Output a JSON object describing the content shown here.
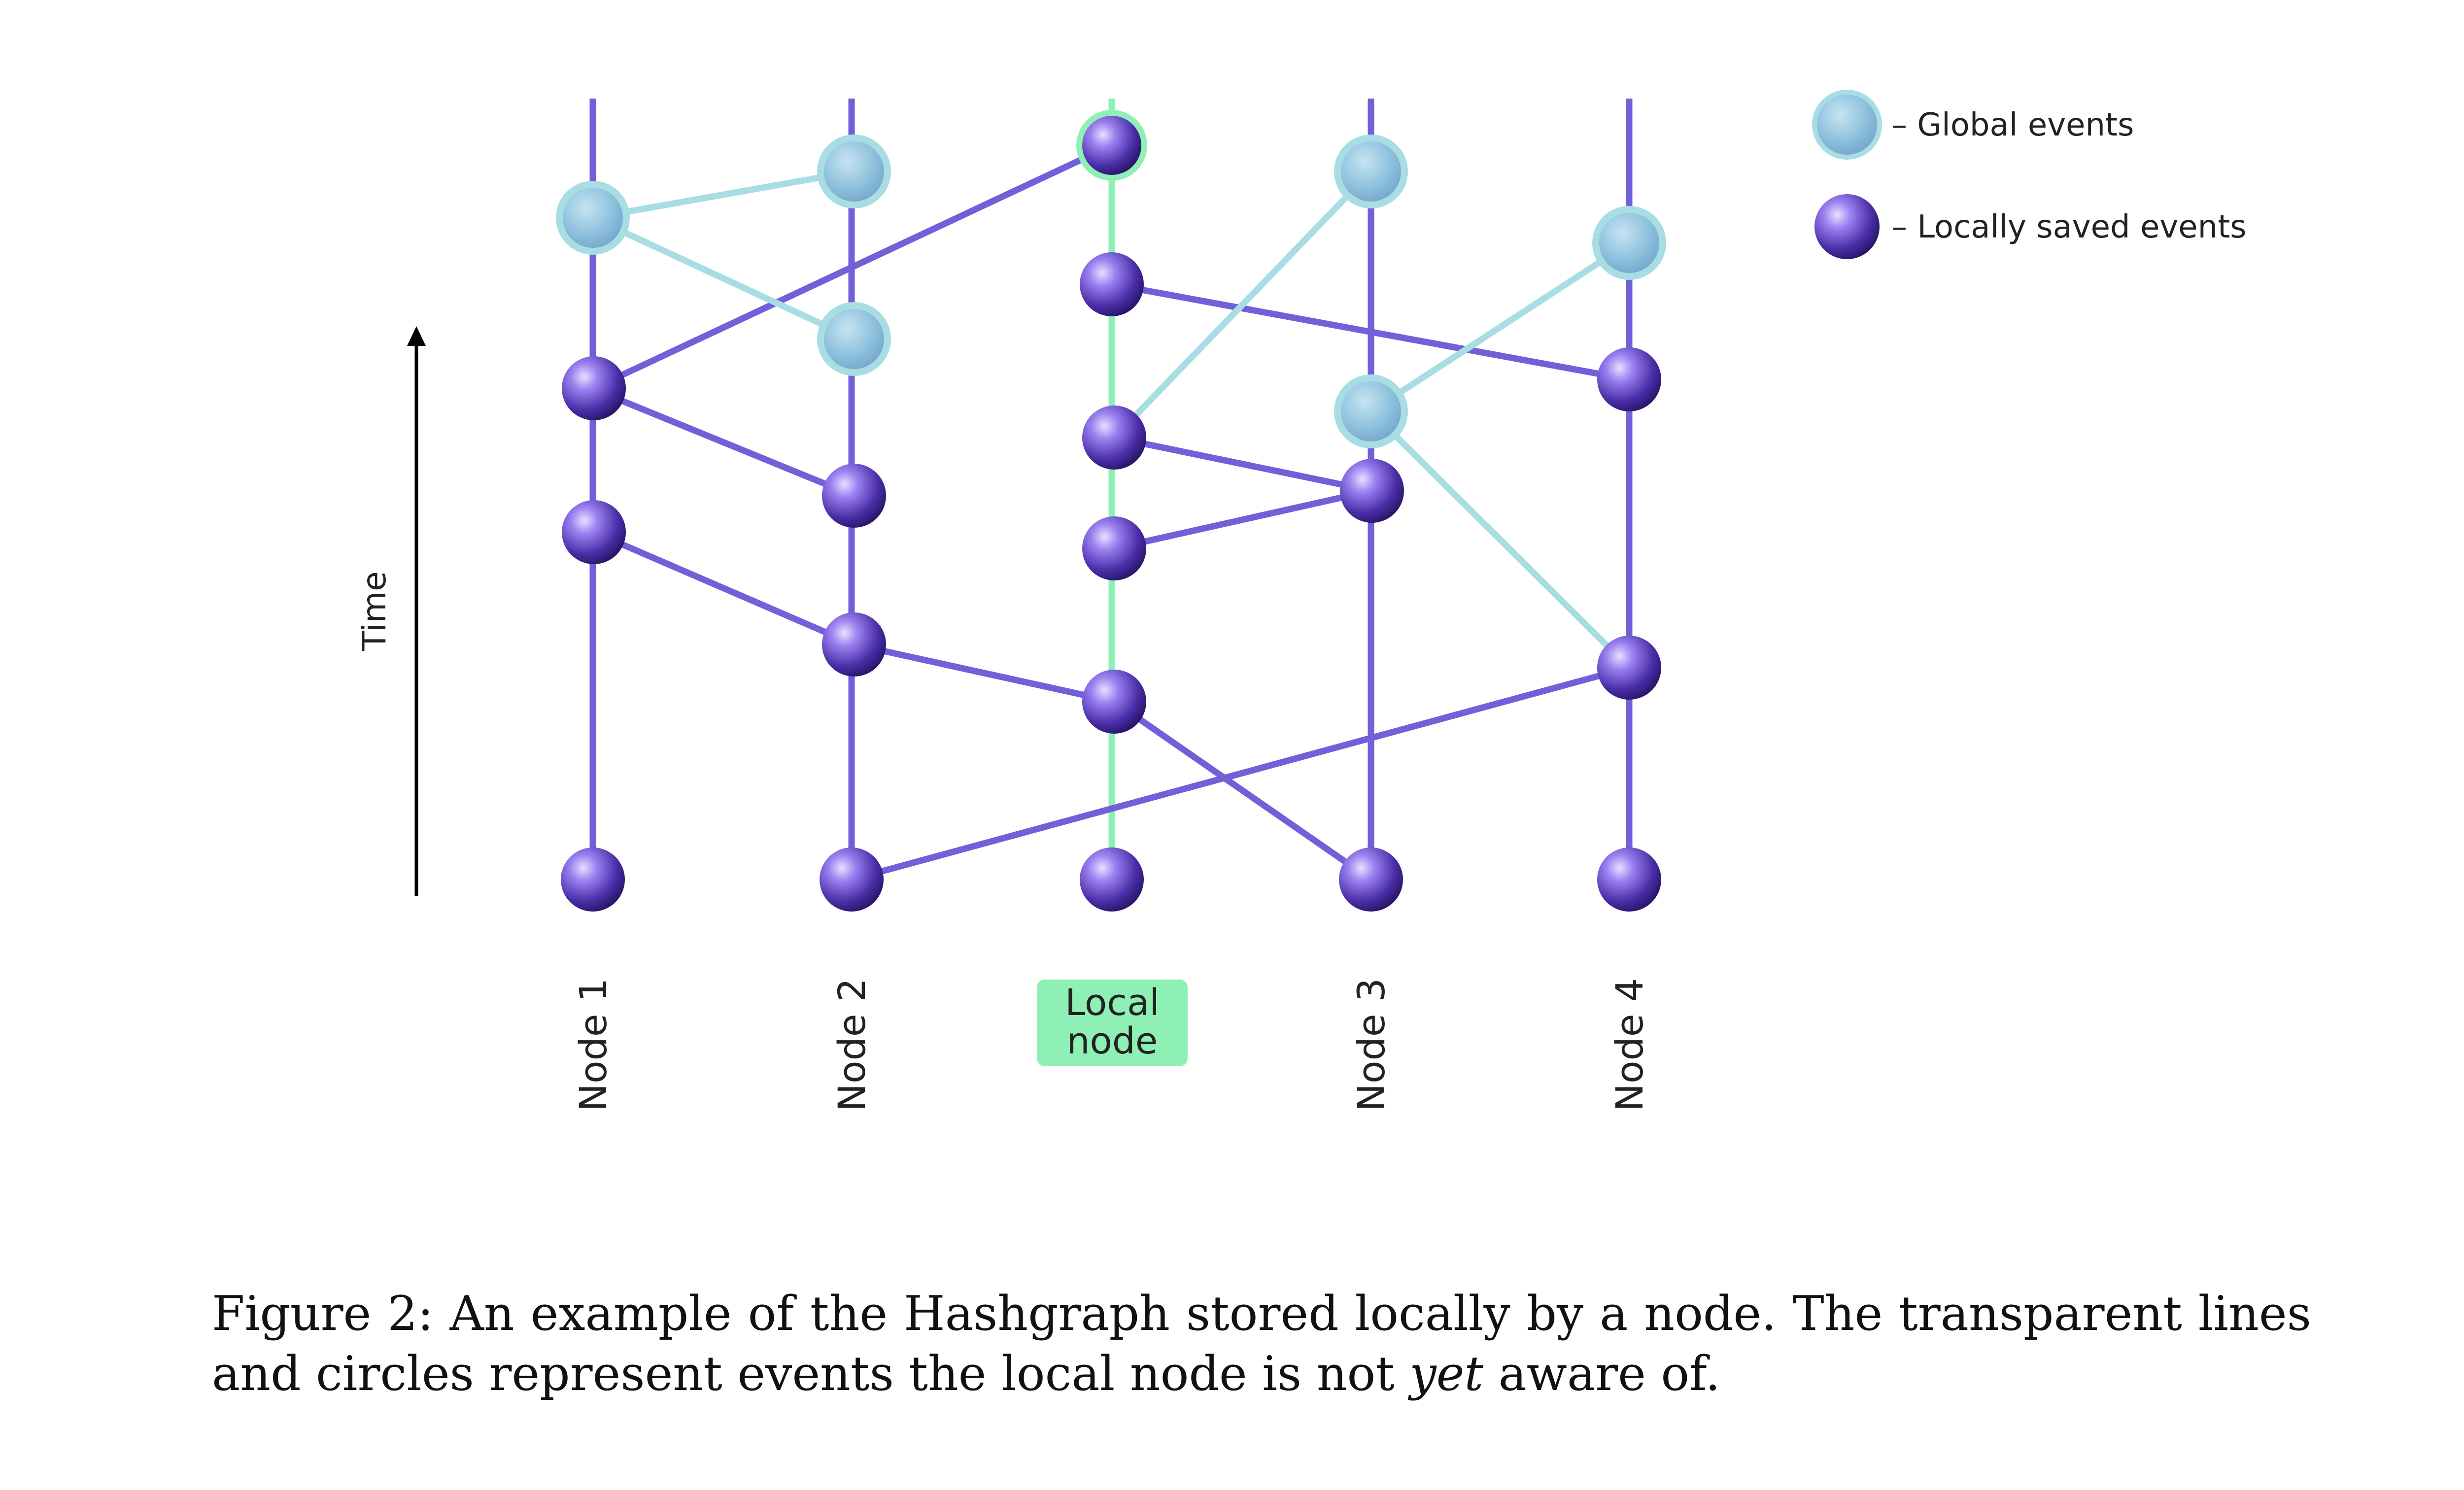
{
  "colors": {
    "node_line": "#7260d8",
    "local_line": "#8ef0b4",
    "global_edge": "#a8dde4",
    "local_event": "#5a3fc0",
    "global_event": "#8cc4de",
    "local_label_bg": "#8ef0b4"
  },
  "axis": {
    "label": "Time"
  },
  "nodes": [
    {
      "id": "n1",
      "label": "Node 1"
    },
    {
      "id": "n2",
      "label": "Node 2"
    },
    {
      "id": "local",
      "label_line1": "Local",
      "label_line2": "node"
    },
    {
      "id": "n3",
      "label": "Node 3"
    },
    {
      "id": "n4",
      "label": "Node 4"
    }
  ],
  "legend": [
    {
      "type": "global",
      "label": "– Global events"
    },
    {
      "type": "local",
      "label": "– Locally saved events"
    }
  ],
  "caption": {
    "prefix": "Figure 2:  An example of the Hashgraph stored locally by a node.  The transparent lines and circles represent events the local node is not ",
    "emphasis": "yet",
    "suffix": " aware of."
  }
}
